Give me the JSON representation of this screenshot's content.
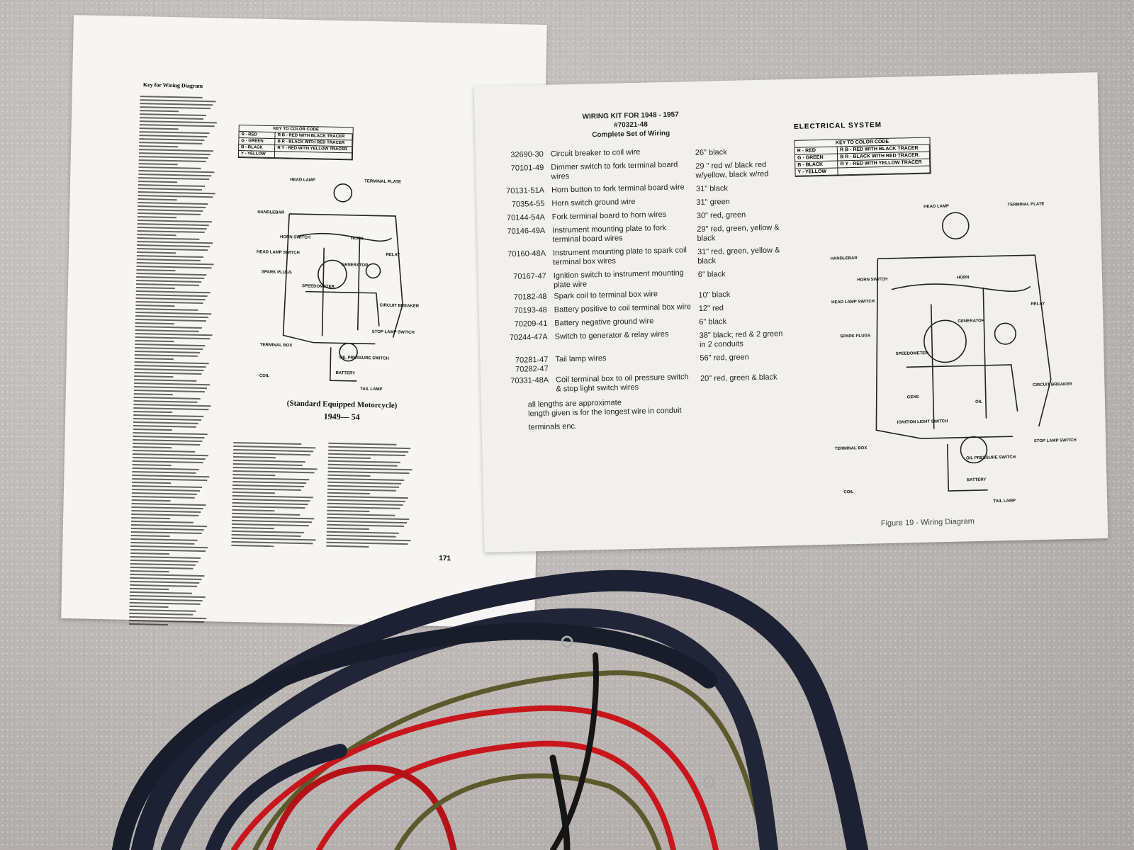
{
  "left_page": {
    "title": "Key for Wiring Diagram",
    "color_key": {
      "header": "KEY TO COLOR CODE",
      "rows": [
        [
          "R - RED",
          "R B - RED WITH BLACK TRACER"
        ],
        [
          "G - GREEN",
          "B R - BLACK WITH RED TRACER"
        ],
        [
          "B - BLACK",
          "R Y - RED WITH YELLOW TRACER"
        ],
        [
          "Y - YELLOW",
          ""
        ]
      ]
    },
    "diagram_labels": [
      "HEAD LAMP",
      "TERMINAL PLATE",
      "HANDLEBAR",
      "HORN SWITCH",
      "HORN",
      "HEAD LAMP SWITCH",
      "RELAY",
      "GENERATOR",
      "SPARK PLUGS",
      "SPEEDOMETER",
      "CIRCUIT BREAKER",
      "STOP LAMP SWITCH",
      "TERMINAL BOX",
      "OIL PRESSURE SWITCH",
      "BATTERY",
      "COIL",
      "TAIL LAMP"
    ],
    "caption": "(Standard Equipped Motorcycle)",
    "years": "1949— 54",
    "page_number": "171"
  },
  "right_page": {
    "heading": [
      "WIRING KIT FOR 1948 - 1957",
      "#70321-48",
      "Complete Set of Wiring"
    ],
    "parts": [
      {
        "part": "32690-30",
        "desc": "Circuit breaker to coil wire",
        "length": "26\" black"
      },
      {
        "part": "70101-49",
        "desc": "Dimmer switch to fork terminal board wires",
        "length": "29 \" red w/ black red w/yellow, black w/red"
      },
      {
        "part": "70131-51A",
        "desc": "Horn button to fork terminal board wire",
        "length": "31\" black"
      },
      {
        "part": "70354-55",
        "desc": "Horn switch ground wire",
        "length": "31\" green"
      },
      {
        "part": "70144-54A",
        "desc": "Fork terminal board to horn wires",
        "length": "30\" red, green"
      },
      {
        "part": "70146-49A",
        "desc": "Instrument mounting plate to fork terminal board wires",
        "length": "29\" red, green, yellow & black"
      },
      {
        "part": "70160-48A",
        "desc": "Instrument mounting plate to spark coil terminal box wires",
        "length": "31\" red, green, yellow & black"
      },
      {
        "part": "70167-47",
        "desc": "Ignition switch to instrument mounting plate wire",
        "length": "6\" black"
      },
      {
        "part": "70182-48",
        "desc": "Spark coil to terminal box wire",
        "length": "10\" black"
      },
      {
        "part": "70193-48",
        "desc": "Battery positive to coil terminal box wire",
        "length": "12\" red"
      },
      {
        "part": "70209-41",
        "desc": "Battery negative ground wire",
        "length": "6\" black"
      },
      {
        "part": "70244-47A",
        "desc": "Switch to generator & relay wires",
        "length": "38\" black; red & 2 green in 2 conduits"
      },
      {
        "part": "70281-47 70282-47",
        "desc": "Tail lamp wires",
        "length": "56\" red, green"
      },
      {
        "part": "70331-48A",
        "desc": "Coil terminal box to oil pressure switch & stop light switch wires",
        "length": "20\" red, green & black"
      }
    ],
    "notes": [
      "all lengths are approximate",
      "length given is for the longest wire in conduit",
      "terminals enc."
    ],
    "section_title": "ELECTRICAL SYSTEM",
    "color_key": {
      "header": "KEY TO COLOR CODE",
      "rows": [
        [
          "R - RED",
          "R B - RED WITH BLACK TRACER"
        ],
        [
          "G - GREEN",
          "B R - BLACK WITH RED TRACER"
        ],
        [
          "B - BLACK",
          "R Y - RED WITH YELLOW TRACER"
        ],
        [
          "Y - YELLOW",
          ""
        ]
      ]
    },
    "diagram_labels": [
      "HEAD LAMP",
      "TERMINAL PLATE",
      "HANDLEBAR",
      "HORN SWITCH",
      "HORN",
      "HEAD LAMP SWITCH",
      "RELAY",
      "GENERATOR",
      "SPARK PLUGS",
      "SPEEDOMETER",
      "CIRCUIT BREAKER",
      "IGNITION LIGHT SWITCH",
      "TERMINAL BOX",
      "OIL PRESSURE SWITCH",
      "STOP LAMP SWITCH",
      "BATTERY",
      "COIL",
      "TAIL LAMP",
      "GENS",
      "OIL"
    ],
    "figure_caption": "Figure 19 - Wiring Diagram"
  },
  "colors": {
    "cable_sheath": "#1c2233",
    "wire_red": "#c8161c",
    "wire_green": "#5b5a2c",
    "paper": "#f3f2ee",
    "counter": "#bcb7b4"
  }
}
